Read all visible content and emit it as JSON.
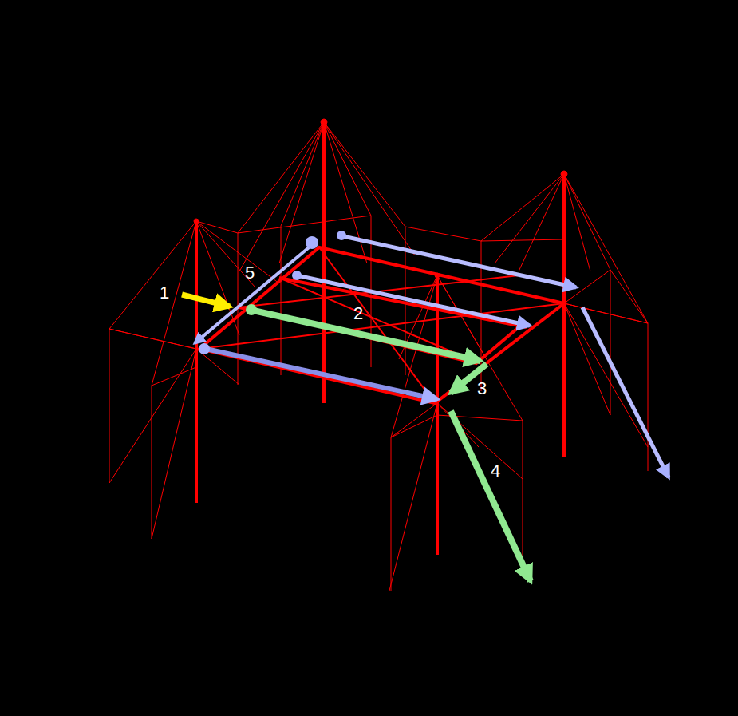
{
  "diagram": {
    "labels": [
      "1",
      "5",
      "2",
      "3",
      "4"
    ]
  }
}
